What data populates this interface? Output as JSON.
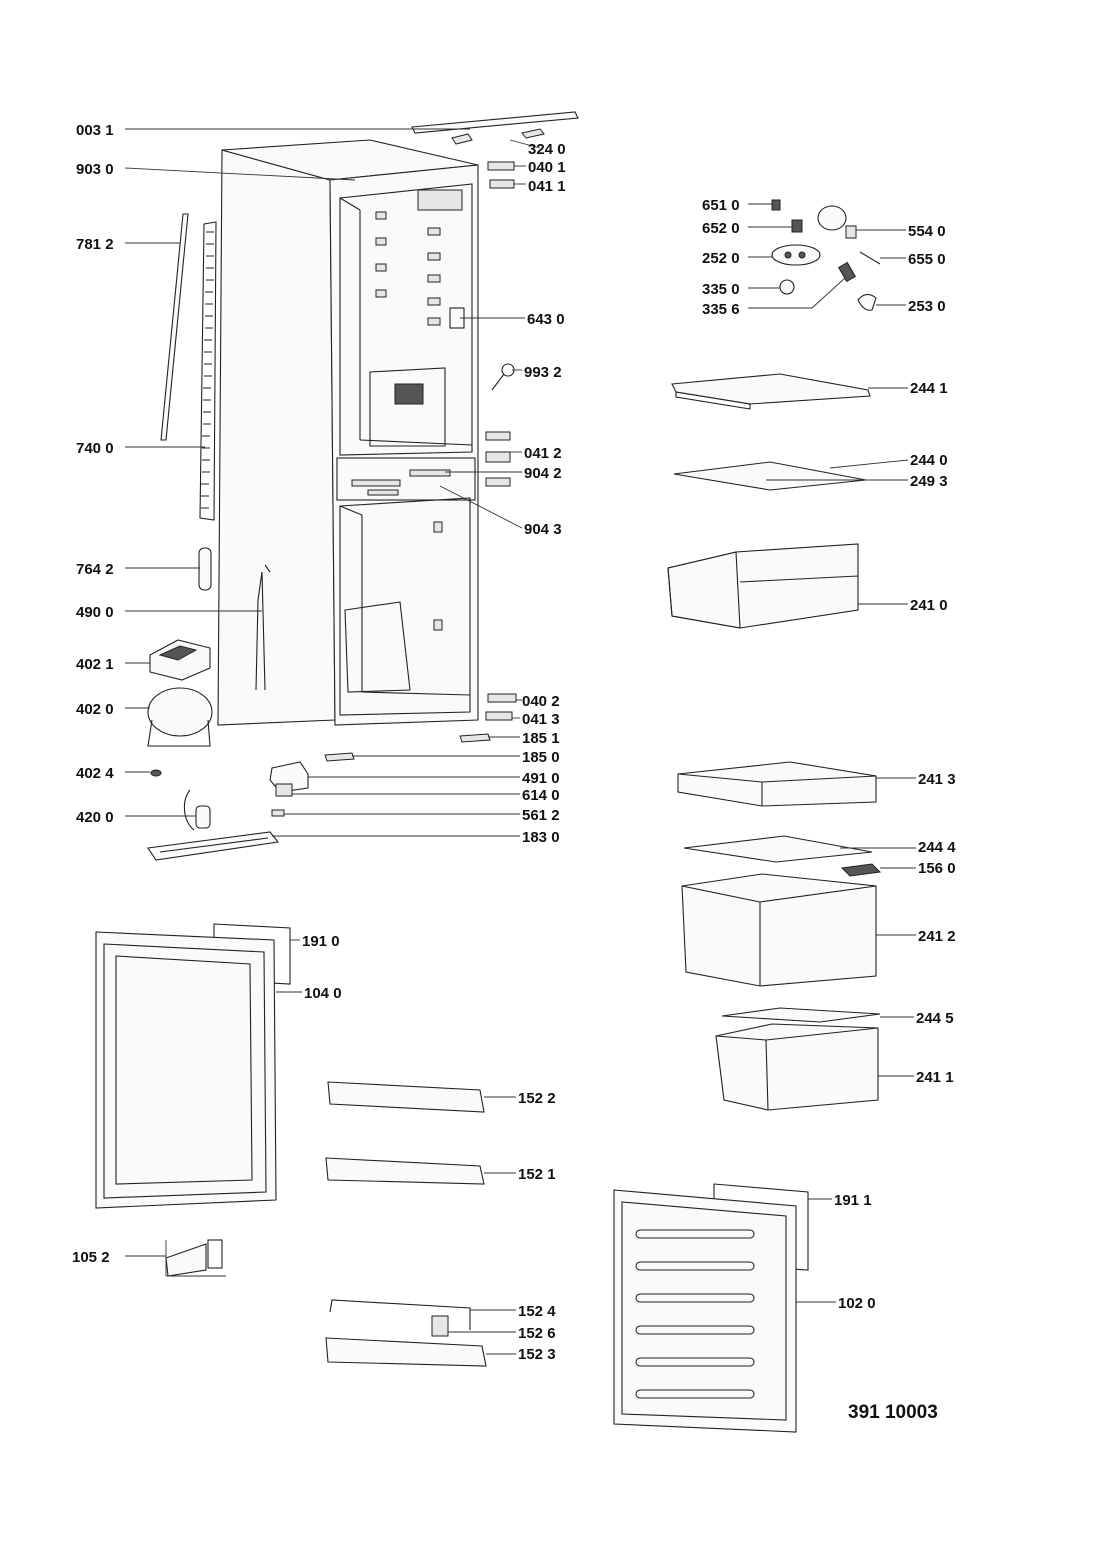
{
  "labels": {
    "l0031": "003 1",
    "l3240": "324 0",
    "l9030": "903 0",
    "l0401": "040 1",
    "l0411": "041 1",
    "l7812": "781 2",
    "l6430": "643 0",
    "l9932": "993 2",
    "l7400": "740 0",
    "l0412": "041 2",
    "l9042": "904 2",
    "l9043": "904 3",
    "l7642": "764 2",
    "l4900": "490 0",
    "l4021": "402 1",
    "l4020": "402 0",
    "l0402": "040 2",
    "l0413": "041 3",
    "l1851": "185 1",
    "l1850": "185 0",
    "l4024": "402 4",
    "l4910": "491 0",
    "l6140": "614 0",
    "l4200": "420 0",
    "l5612": "561 2",
    "l1830": "183 0",
    "l6510": "651 0",
    "l6520": "652 0",
    "l5540": "554 0",
    "l2520": "252 0",
    "l6550": "655 0",
    "l3350": "335 0",
    "l3356": "335 6",
    "l2530": "253 0",
    "l2441": "244 1",
    "l2440": "244 0",
    "l2493": "249 3",
    "l2410": "241 0",
    "l2413": "241 3",
    "l2444": "244 4",
    "l1560": "156 0",
    "l2412": "241 2",
    "l2445": "244 5",
    "l2411": "241 1",
    "l1910": "191 0",
    "l1040": "104 0",
    "l1522": "152 2",
    "l1521": "152 1",
    "l1052": "105 2",
    "l1524": "152 4",
    "l1526": "152 6",
    "l1523": "152 3",
    "l1911": "191 1",
    "l1020": "102 0"
  },
  "document_code": "391 10003"
}
